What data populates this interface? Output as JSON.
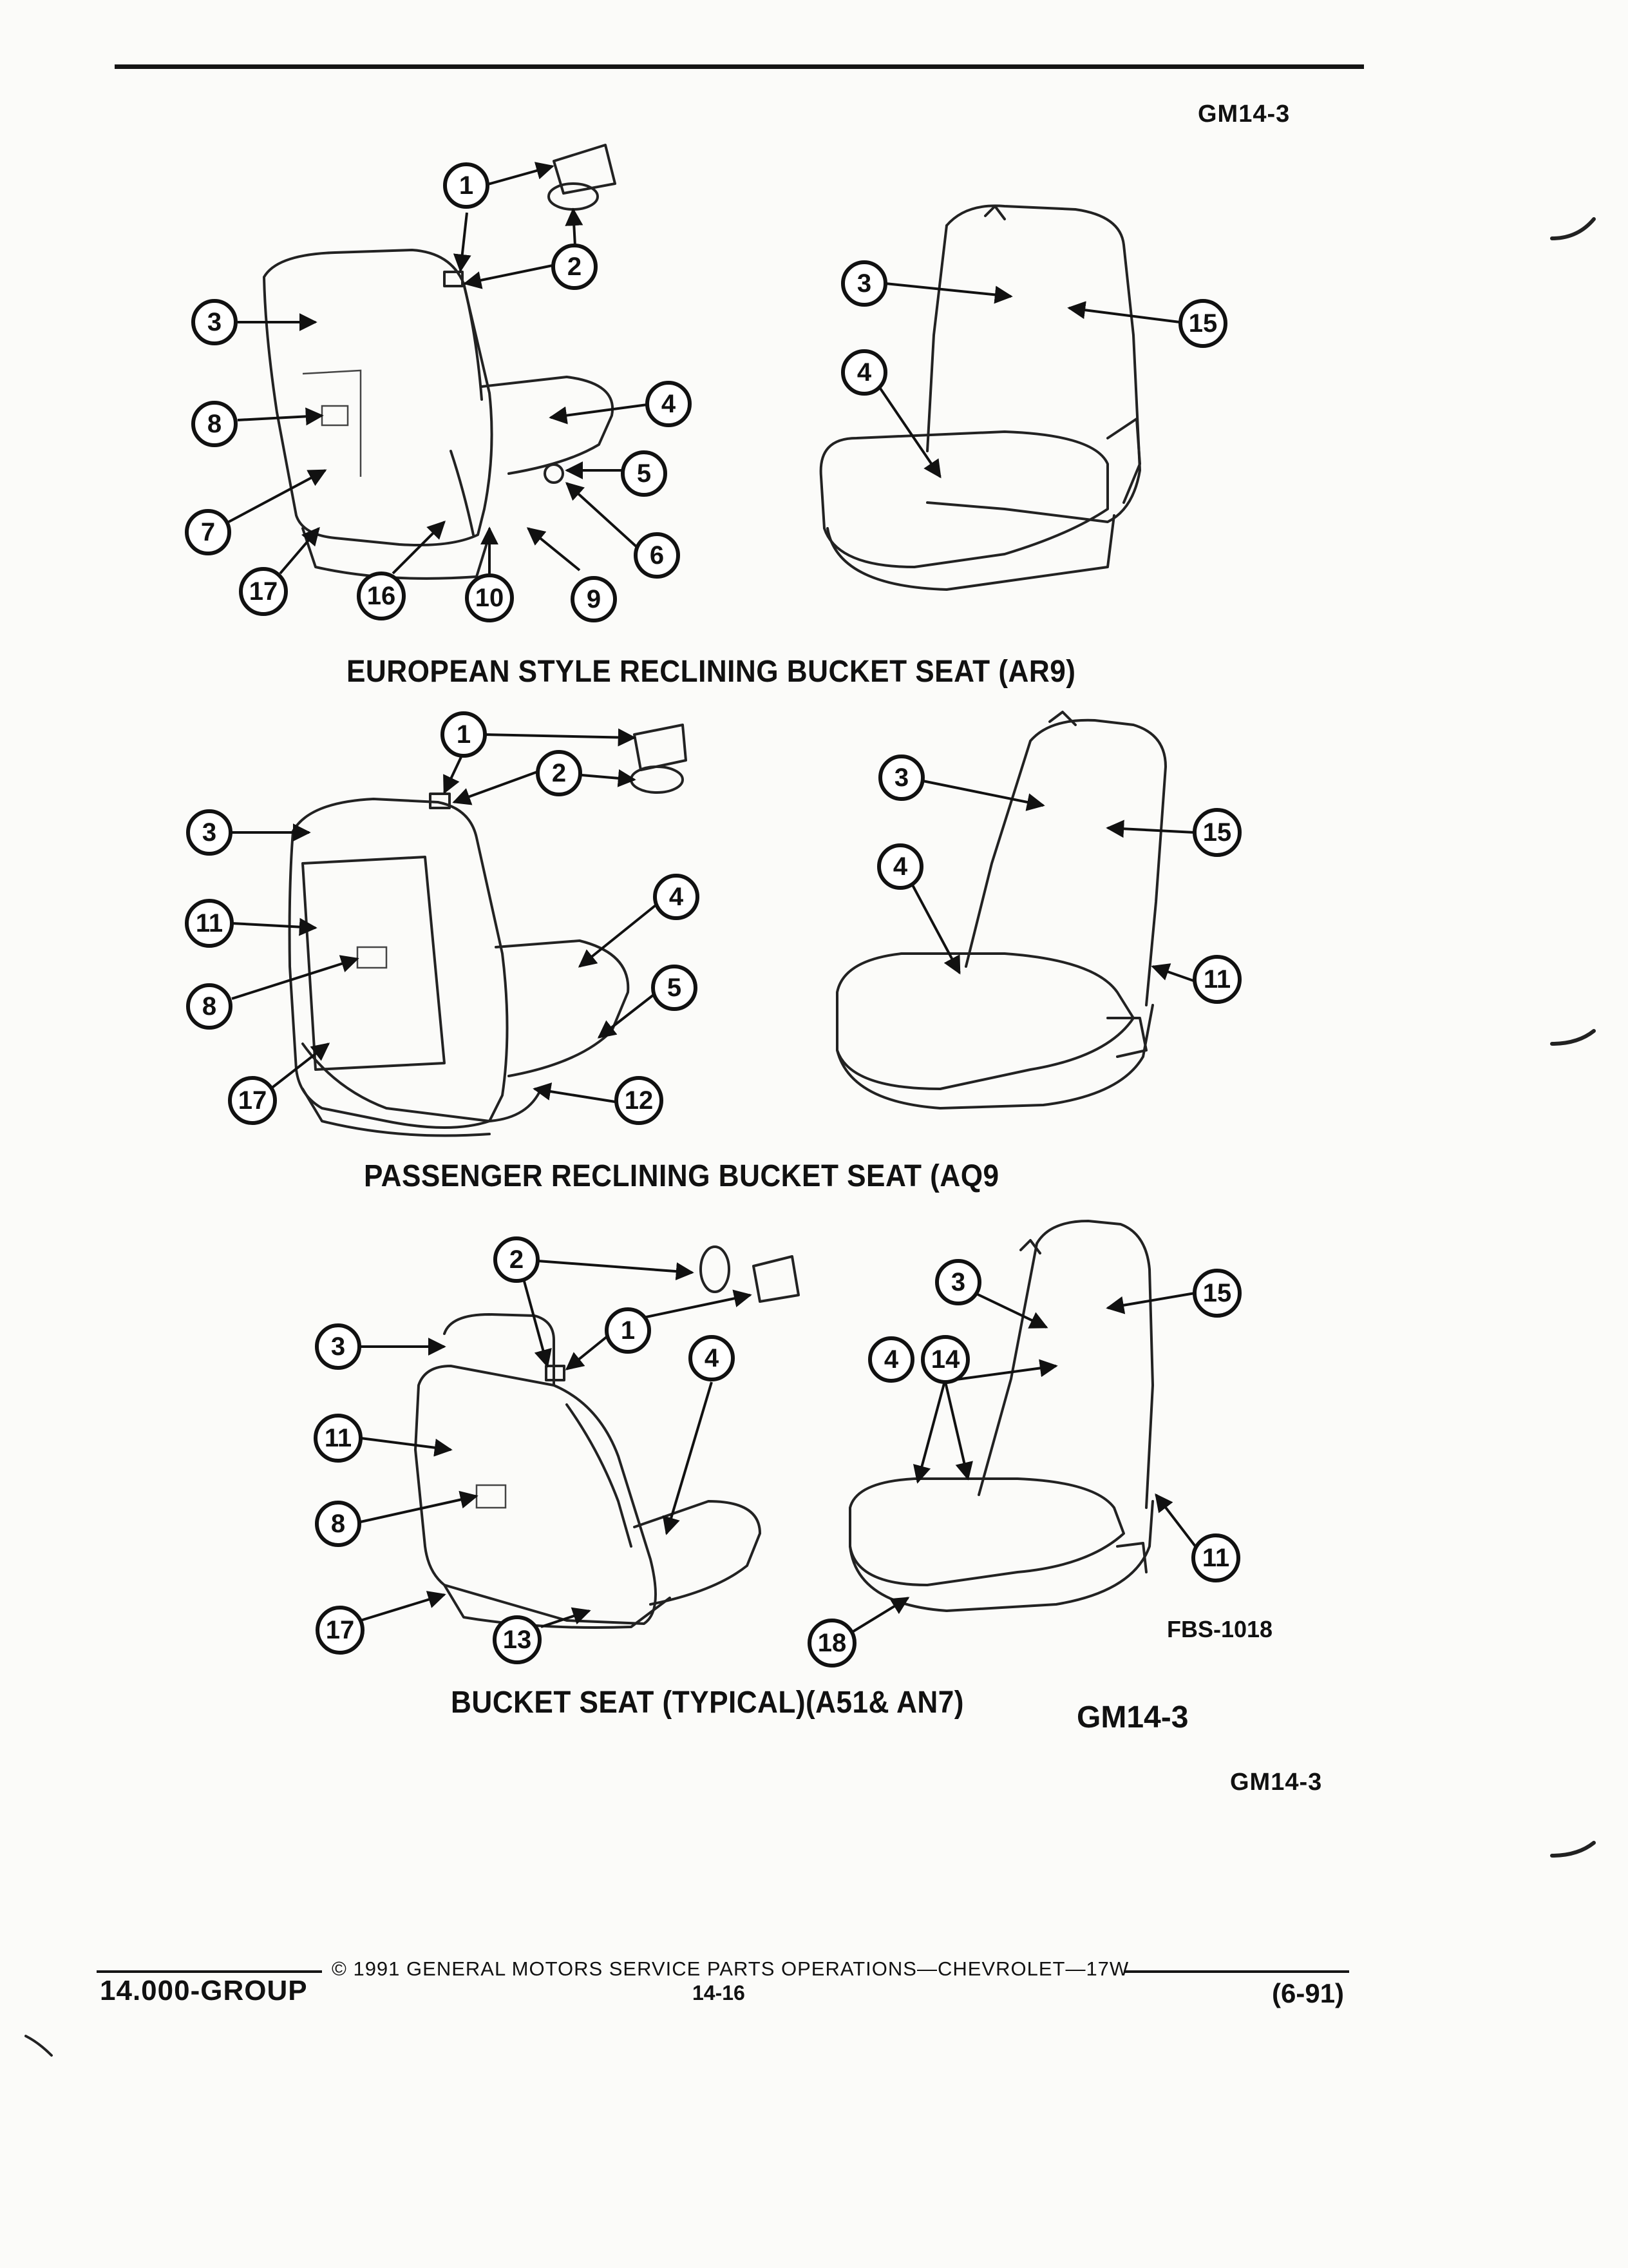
{
  "header": {
    "figure_code": "GM14-3"
  },
  "figures": [
    {
      "caption": "EUROPEAN STYLE RECLINING BUCKET SEAT (AR9)",
      "callouts": [
        "1",
        "2",
        "3",
        "8",
        "7",
        "17",
        "16",
        "10",
        "9",
        "6",
        "5",
        "4",
        "3",
        "4",
        "15"
      ]
    },
    {
      "caption": "PASSENGER RECLINING BUCKET SEAT (AQ9",
      "callouts": [
        "1",
        "2",
        "3",
        "11",
        "8",
        "17",
        "4",
        "5",
        "12",
        "3",
        "4",
        "15",
        "11"
      ]
    },
    {
      "caption": "BUCKET SEAT (TYPICAL)(A51& AN7)",
      "caption_code": "GM14-3",
      "illustration_code": "FBS-1018",
      "callouts": [
        "2",
        "1",
        "3",
        "11",
        "8",
        "17",
        "13",
        "4",
        "3",
        "4",
        "14",
        "15",
        "11",
        "18"
      ]
    }
  ],
  "page_code_bottom": "GM14-3",
  "footer": {
    "group": "14.000-GROUP",
    "copyright": "© 1991 GENERAL MOTORS SERVICE PARTS OPERATIONS—CHEVROLET—17W",
    "page_number": "14-16",
    "date": "(6-91)"
  }
}
